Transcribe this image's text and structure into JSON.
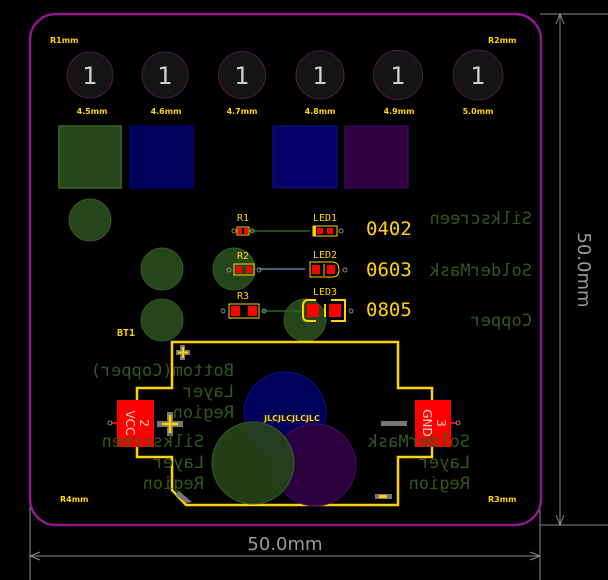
{
  "corners": {
    "r1": "R1mm",
    "r2": "R2mm",
    "r3": "R3mm",
    "r4": "R4mm"
  },
  "holes": [
    {
      "num": "1",
      "label": "4.5mm"
    },
    {
      "num": "1",
      "label": "4.6mm"
    },
    {
      "num": "1",
      "label": "4.7mm"
    },
    {
      "num": "1",
      "label": "4.8mm"
    },
    {
      "num": "1",
      "label": "4.9mm"
    },
    {
      "num": "1",
      "label": "5.0mm"
    }
  ],
  "components": {
    "r1": "R1",
    "r2": "R2",
    "r3": "R3",
    "led1": "LED1",
    "led2": "LED2",
    "led3": "LED3",
    "bt1": "BT1"
  },
  "sizes": [
    "0402",
    "0603",
    "0805"
  ],
  "layers_mirrored": {
    "silkscreen": "Silkscreen",
    "soldermask": "SolderMask",
    "copper": "Copper",
    "bottom_region": [
      "Bottom(Copper)",
      "Layer",
      "Region"
    ],
    "silk_region": [
      "Silkscreen",
      "Layer",
      "Region"
    ],
    "mask_region": [
      "SolderMask",
      "Layer",
      "Region"
    ]
  },
  "battery": {
    "vcc_num": "2",
    "vcc_label": "VCC",
    "gnd_num": "3",
    "gnd_label": "GND",
    "logo_text": "JLCJLCJLCJLC"
  },
  "dimensions": {
    "width": "50.0mm",
    "height": "50.0mm"
  },
  "colors": {
    "outline": "#8b1a8b",
    "silk": "#ffd200",
    "pad": "#ff0000",
    "copper_green": "#2a4a15",
    "mask_blue": "#00005a",
    "purple": "#2e0040"
  }
}
